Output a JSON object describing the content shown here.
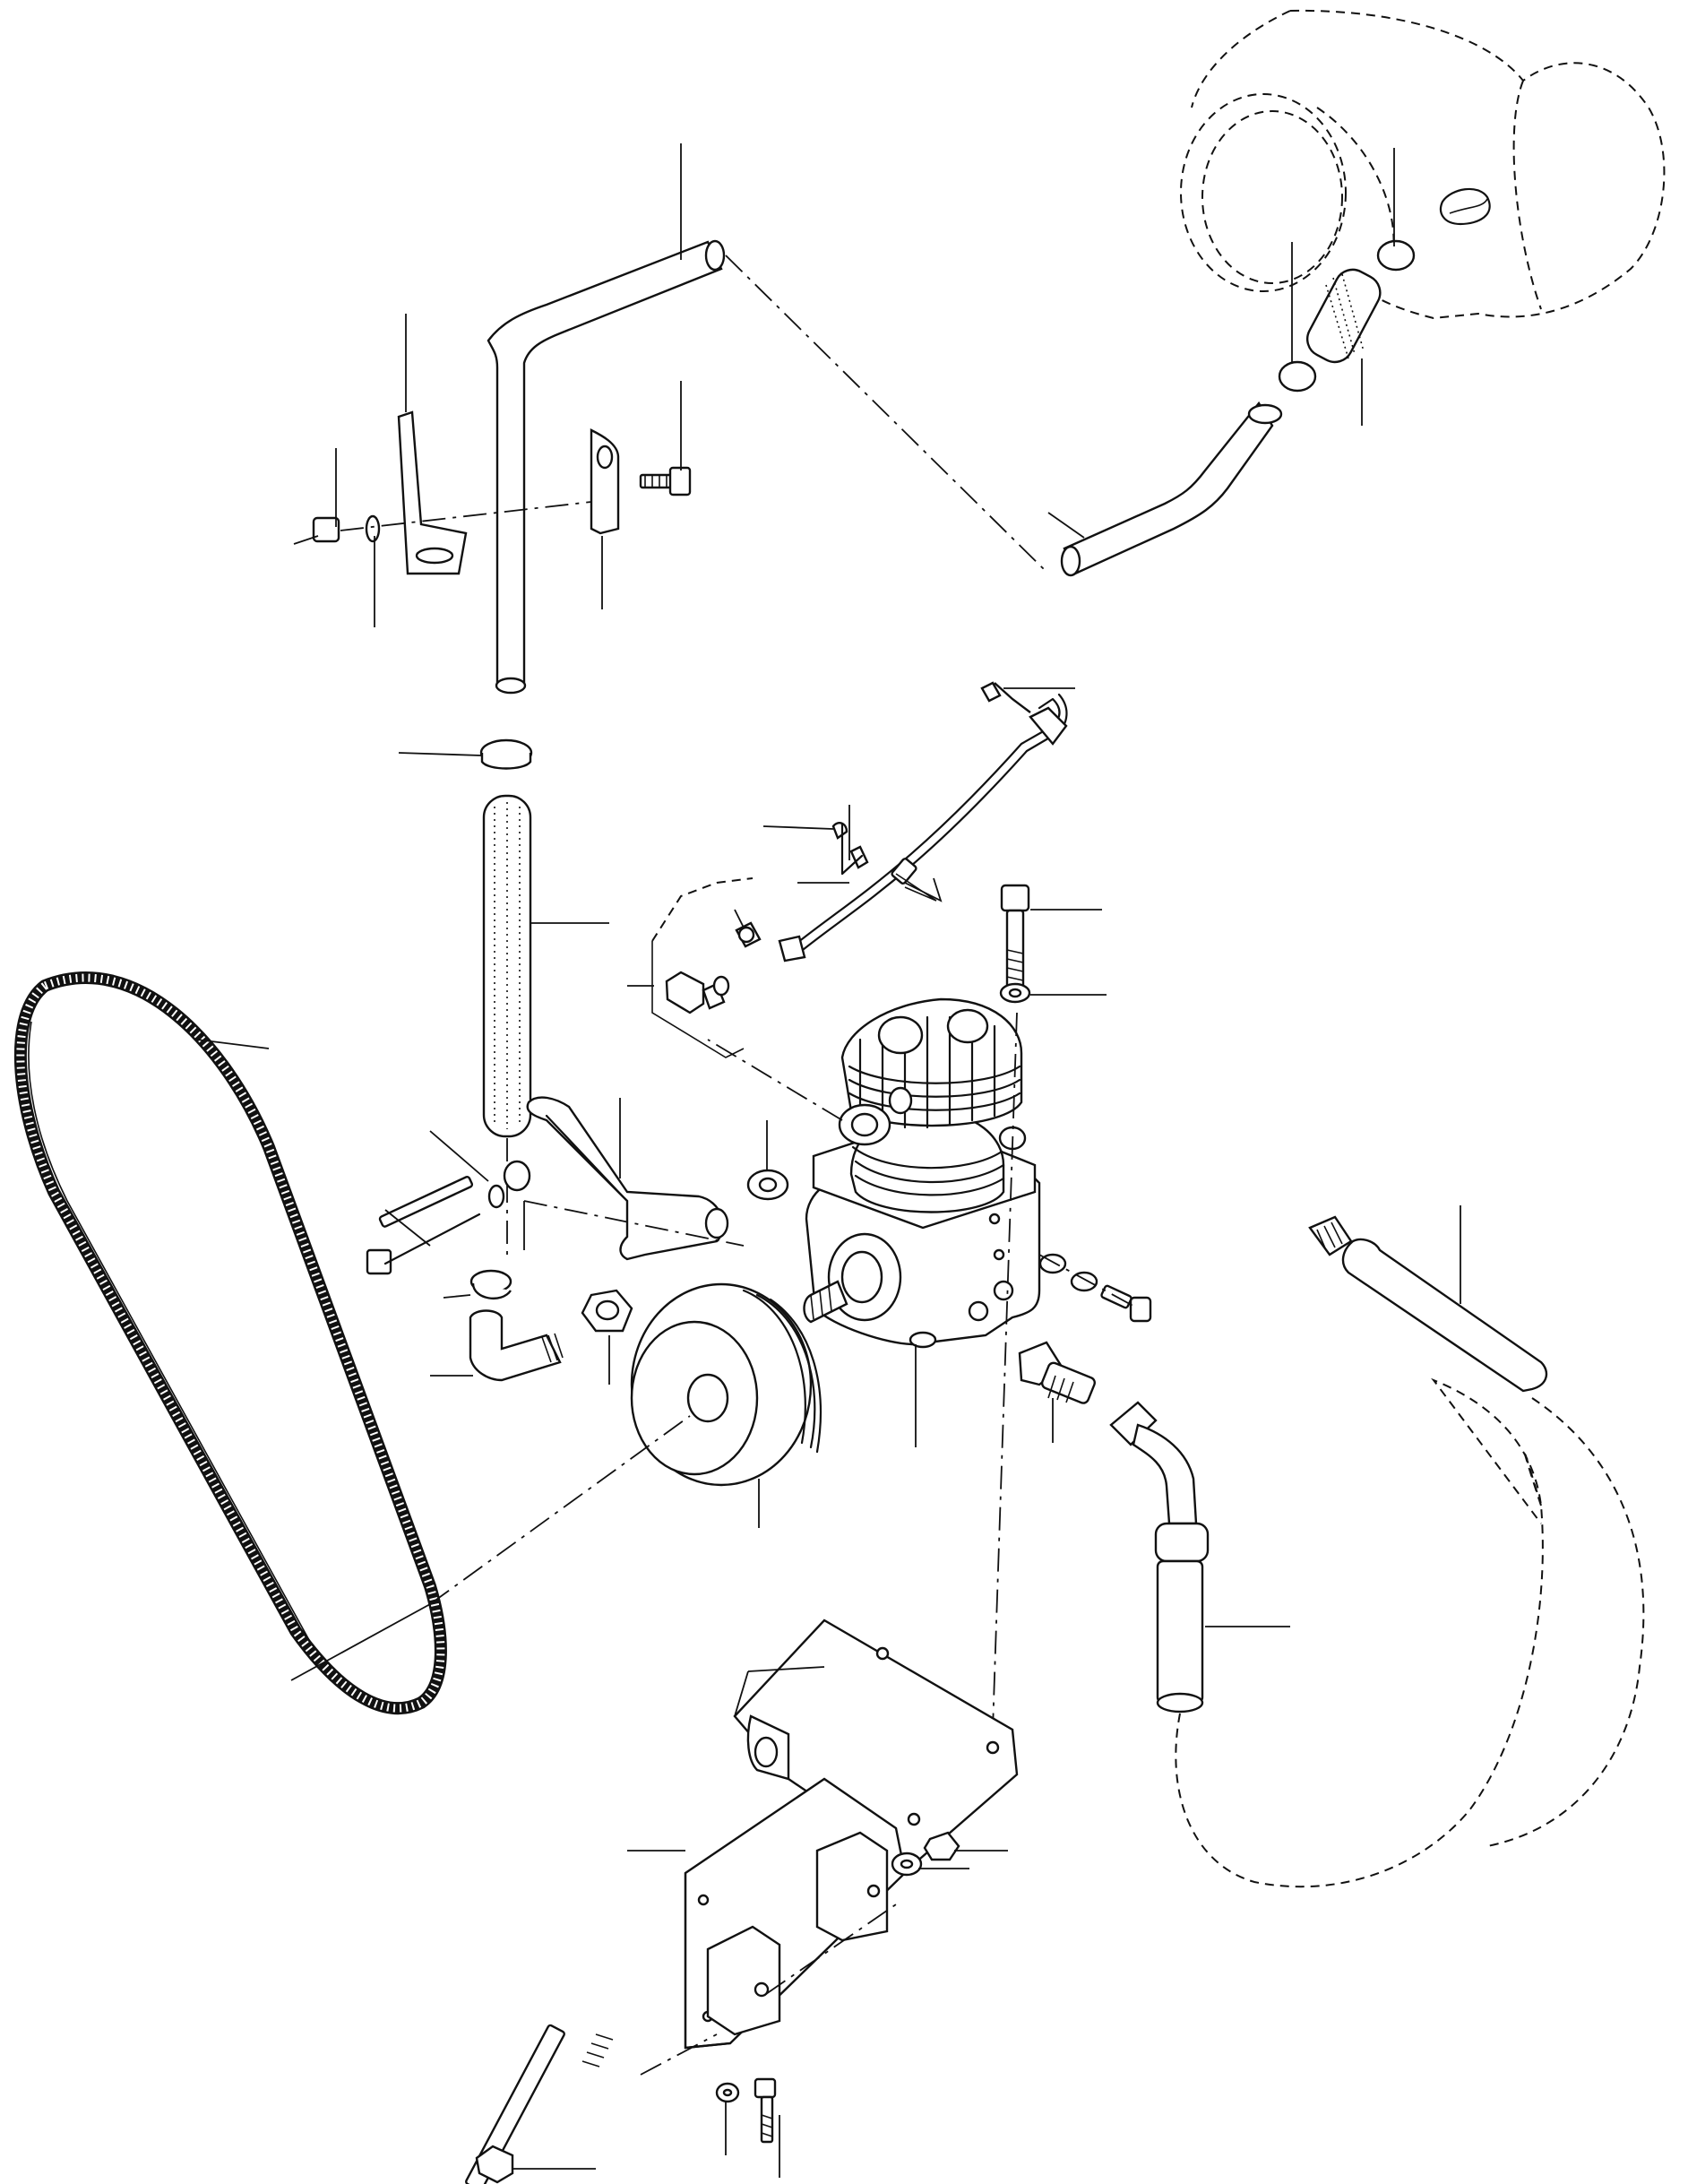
{
  "diagram": {
    "view": "exploded-assembly",
    "line_color": "#111111",
    "background": "#ffffff",
    "parts": [
      {
        "id": "v-belt",
        "icon": "v-belt-icon"
      },
      {
        "id": "pulley",
        "icon": "pulley-icon"
      },
      {
        "id": "compressor",
        "icon": "compressor-icon"
      },
      {
        "id": "air-intake-pipe",
        "icon": "pipe-icon"
      },
      {
        "id": "intake-hose",
        "icon": "hose-icon"
      },
      {
        "id": "mounting-bracket",
        "icon": "bracket-icon"
      },
      {
        "id": "support-plate",
        "icon": "plate-icon"
      },
      {
        "id": "discharge-hose",
        "icon": "hose-icon"
      },
      {
        "id": "air-line",
        "icon": "tube-icon"
      },
      {
        "id": "tensioner-arm",
        "icon": "arm-icon"
      }
    ]
  }
}
